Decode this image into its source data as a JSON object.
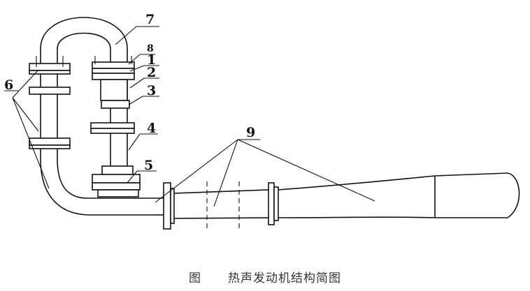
{
  "labels": {
    "l1": "1",
    "l2": "2",
    "l3": "3",
    "l4": "4",
    "l5": "5",
    "l6": "6",
    "l7": "7",
    "l8": "8",
    "l9": "9"
  },
  "caption": {
    "prefix": "图",
    "title": "热声发动机结构简图"
  }
}
